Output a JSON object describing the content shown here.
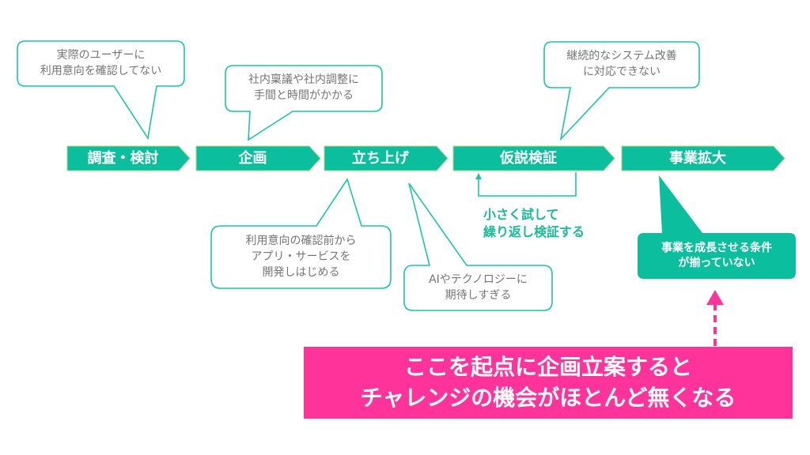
{
  "colors": {
    "teal": "#0bbf9e",
    "teal_border": "#1ac6a3",
    "callout_text": "#757575",
    "loop_text": "#1ab99a",
    "pink": "#ff3399",
    "white": "#ffffff"
  },
  "steps": [
    {
      "label": "調査・検討"
    },
    {
      "label": "企画"
    },
    {
      "label": "立ち上げ"
    },
    {
      "label": "仮説検証"
    },
    {
      "label": "事業拡大"
    }
  ],
  "callouts": [
    {
      "lines": [
        "実際のユーザーに",
        "利用意向を確認してない"
      ],
      "step": "調査・検討"
    },
    {
      "lines": [
        "社内稟議や社内調整に",
        "手間と時間がかかる"
      ],
      "step": "企画"
    },
    {
      "lines": [
        "継続的なシステム改善",
        "に対応できない"
      ],
      "step": "仮説検証"
    },
    {
      "lines": [
        "利用意向の確認前から",
        "アプリ・サービスを",
        "開発しはじめる"
      ],
      "step": "立ち上げ"
    },
    {
      "lines": [
        "AIやテクノロジーに",
        "期待しすぎる"
      ],
      "step": "立ち上げ"
    }
  ],
  "highlight_callout": {
    "lines": [
      "事業を成長させる条件",
      "が揃っていない"
    ],
    "step": "事業拡大"
  },
  "loop": {
    "lines": [
      "小さく試して",
      "繰り返し検証する"
    ]
  },
  "banner": {
    "lines": [
      "ここを起点に企画立案すると",
      "チャレンジの機会がほとんど無くなる"
    ]
  }
}
